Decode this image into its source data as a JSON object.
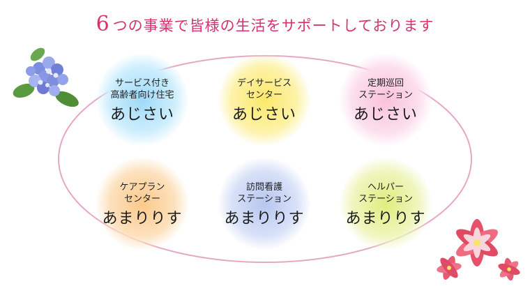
{
  "heading": {
    "number": "6",
    "text": "つの事業で皆様の生活をサポートしております"
  },
  "colors": {
    "heading": "#d6336c",
    "ring": "#e7a7c4"
  },
  "services": [
    {
      "sub": "サービス付き\n高齢者向け住宅",
      "name": "あじさい",
      "color": "blue"
    },
    {
      "sub": "デイサービス\nセンター",
      "name": "あじさい",
      "color": "yellow"
    },
    {
      "sub": "定期巡回\nステーション",
      "name": "あじさい",
      "color": "pink"
    },
    {
      "sub": "ケアプラン\nセンター",
      "name": "あまりりす",
      "color": "orange"
    },
    {
      "sub": "訪問看護\nステーション",
      "name": "あまりりす",
      "color": "lavender"
    },
    {
      "sub": "ヘルパー\nステーション",
      "name": "あまりりす",
      "color": "green"
    }
  ],
  "decorations": {
    "top_left": "hydrangea-icon",
    "bottom_right": "amaryllis-icon"
  }
}
